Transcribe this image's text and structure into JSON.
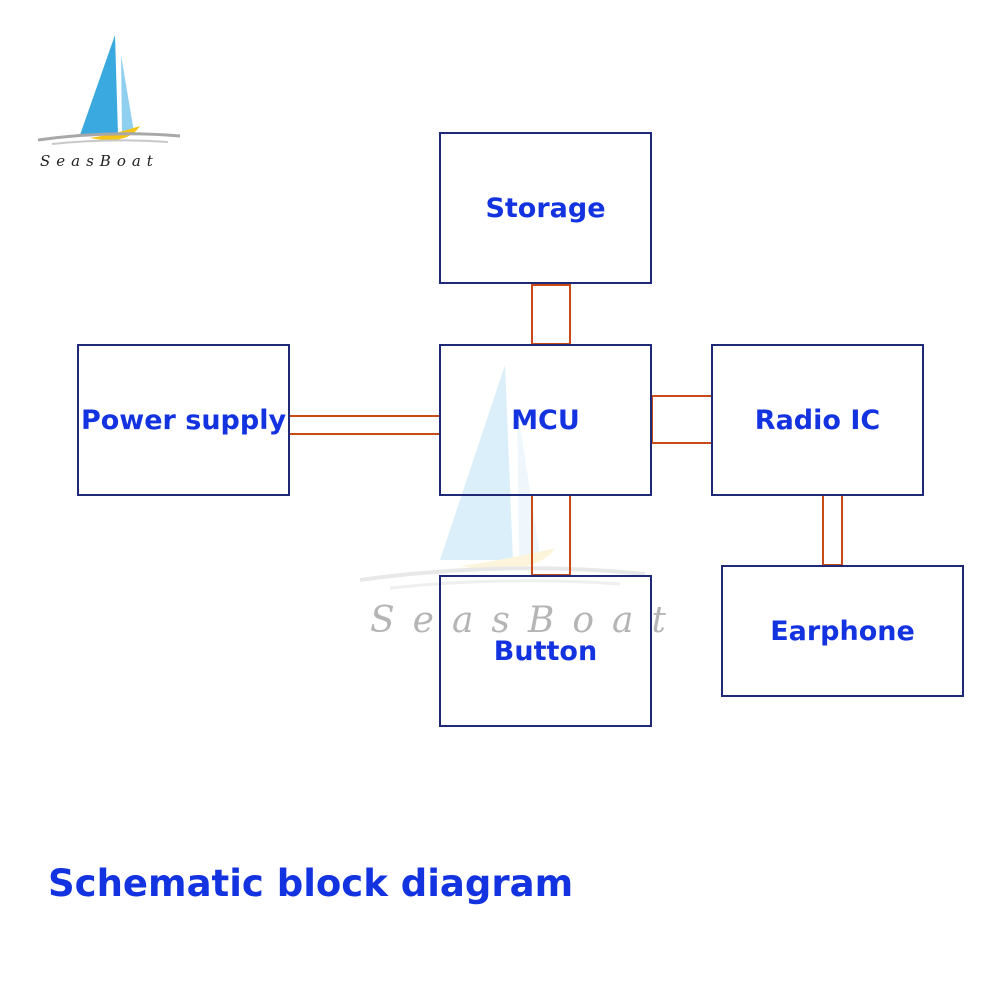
{
  "logo": {
    "wordmark": "SeasBoat"
  },
  "watermark": {
    "wordmark": "SeasBoat"
  },
  "blocks": {
    "storage": "Storage",
    "mcu": "MCU",
    "power_supply": "Power supply",
    "radio_ic": "Radio IC",
    "button": "Button",
    "earphone": "Earphone"
  },
  "caption": "Schematic block diagram",
  "colors": {
    "label_text": "#1433e0",
    "block_border": "#1e2a78",
    "connector": "#c84a16",
    "sail_blue": "#3aa9e0",
    "hull_yellow": "#f5c518"
  }
}
